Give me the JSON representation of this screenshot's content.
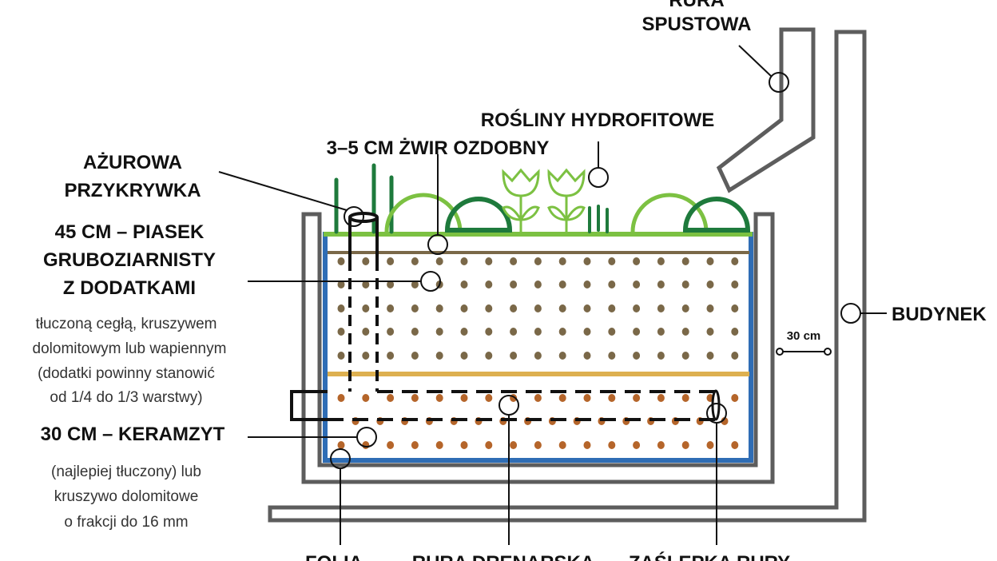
{
  "labels": {
    "downspout": [
      "RURA",
      "SPUSTOWA"
    ],
    "plants": "ROŚLINY HYDROFITOWE",
    "gravel": "3–5 CM ŻWIR OZDOBNY",
    "cover": [
      "AŻUROWA",
      "PRZYKRYWKA"
    ],
    "sand": [
      "45 CM – PIASEK",
      "GRUBOZIARNISTY",
      "Z DODATKAMI"
    ],
    "sand_desc": [
      "tłuczoną cegłą, kruszywem",
      "dolomitowym lub wapiennym",
      "(dodatki powinny stanowić",
      "od 1/4 do 1/3 warstwy)"
    ],
    "clay": "30 CM – KERAMZYT",
    "clay_desc": [
      "(najlepiej tłuczony) lub",
      "kruszywo dolomitowe",
      "o frakcji do 16 mm"
    ],
    "building": "BUDYNEK",
    "distance": "30 cm",
    "foil": "FOLIA",
    "drain_pipe": "RURA DRENARSKA",
    "pipe_cap": "ZAŚLEPKA RURY"
  },
  "colors": {
    "wall": "#5d5d5d",
    "liner": "#2f6db5",
    "grass": "#7cc142",
    "dark_green": "#1e7a3c",
    "soil": "#7a6848",
    "sand_line": "#ddb050",
    "clay_dot": "#b5652a"
  }
}
